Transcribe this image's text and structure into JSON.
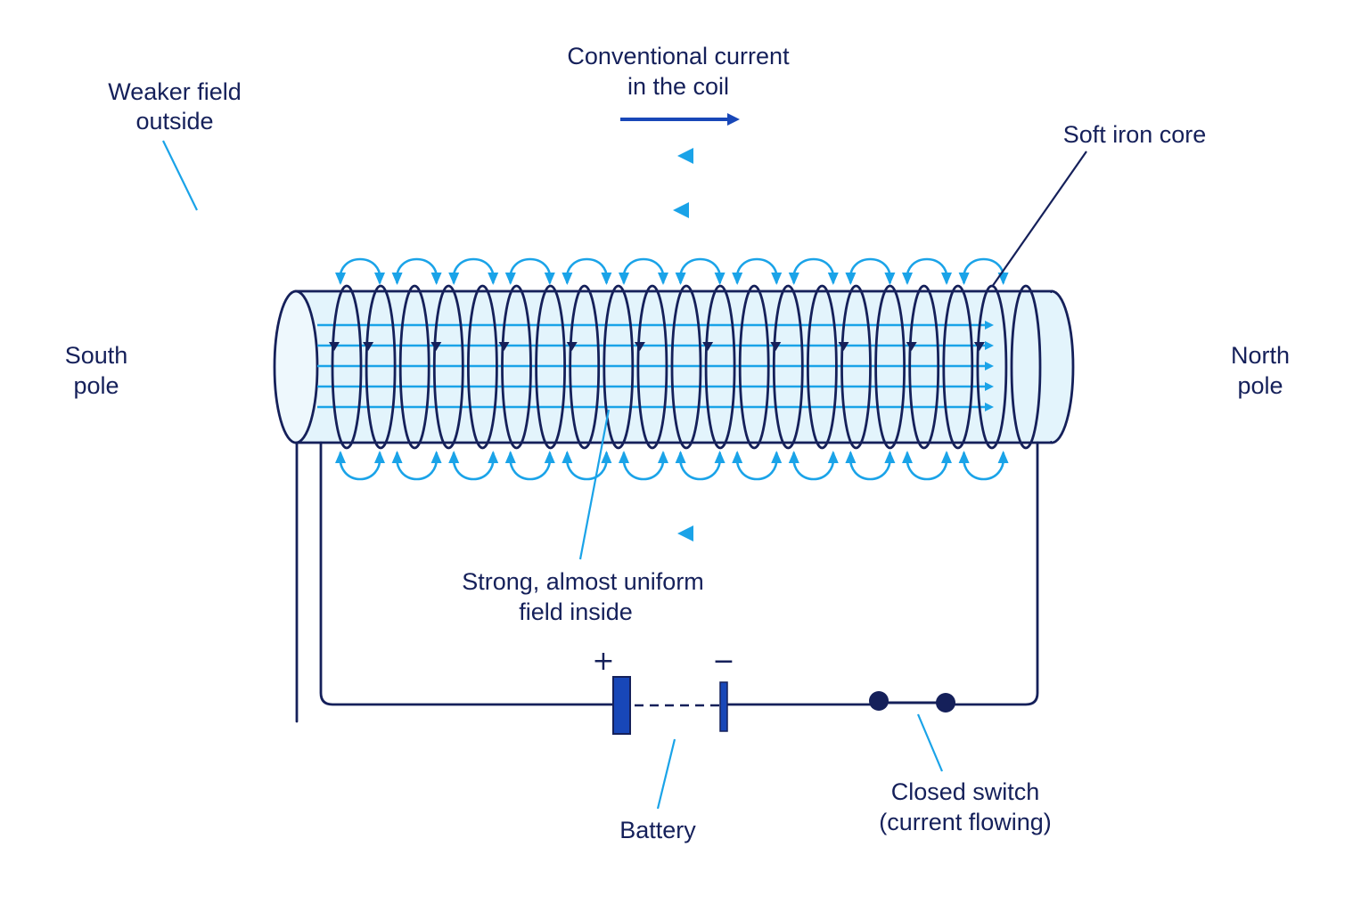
{
  "labels": {
    "current_line1": "Conventional current",
    "current_line2": "in the coil",
    "weaker_line1": "Weaker field",
    "weaker_line2": "outside",
    "core": "Soft iron core",
    "south_line1": "South",
    "south_line2": "pole",
    "north_line1": "North",
    "north_line2": "pole",
    "strong_line1": "Strong, almost uniform",
    "strong_line2": "field inside",
    "battery": "Battery",
    "switch_line1": "Closed switch",
    "switch_line2": "(current flowing)",
    "plus": "+",
    "minus": "−"
  },
  "colors": {
    "field": "#1aa3e8",
    "wire": "#15205a",
    "accent": "#1847b8",
    "core_fill": "#e3f4fc",
    "core_end": "#eef8fd"
  }
}
